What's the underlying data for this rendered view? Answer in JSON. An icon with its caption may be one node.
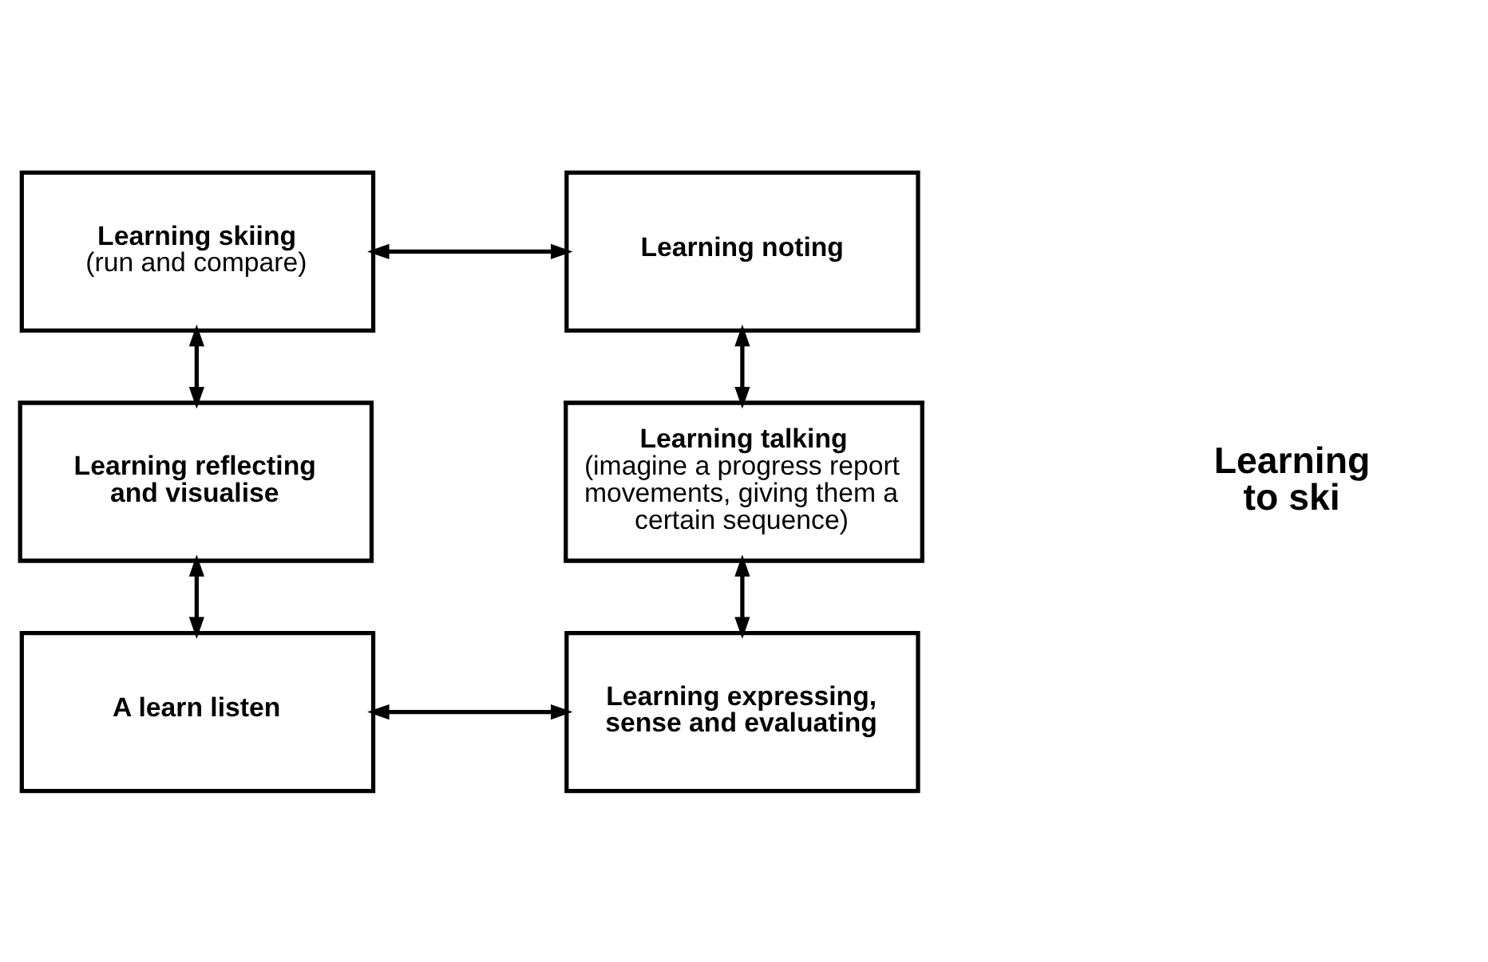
{
  "diagram": {
    "nodes": [
      {
        "text": [
          "Learning skiing",
          "(run and compare)"
        ]
      },
      {
        "text": [
          "Learning noting"
        ]
      },
      {
        "text": [
          "Learning reflecting and visualise"
        ]
      },
      {
        "text": [
          "Learning talking",
          "(imagine a progress report movements, giving them a certain sequence)"
        ]
      },
      {
        "text": [
          "A learn listen"
        ]
      },
      {
        "text": [
          "Learning expressing, sense and evaluating"
        ]
      }
    ],
    "edges": [
      {
        "from": 0,
        "to": 1,
        "arrow": "both"
      },
      {
        "from": 0,
        "to": 2,
        "arrow": "both"
      },
      {
        "from": 2,
        "to": 4,
        "arrow": "both"
      },
      {
        "from": 1,
        "to": 3,
        "arrow": "both"
      },
      {
        "from": 3,
        "to": 5,
        "arrow": "both"
      },
      {
        "from": 4,
        "to": 5,
        "arrow": "both"
      }
    ],
    "labels": [
      "Learning to ski"
    ]
  }
}
